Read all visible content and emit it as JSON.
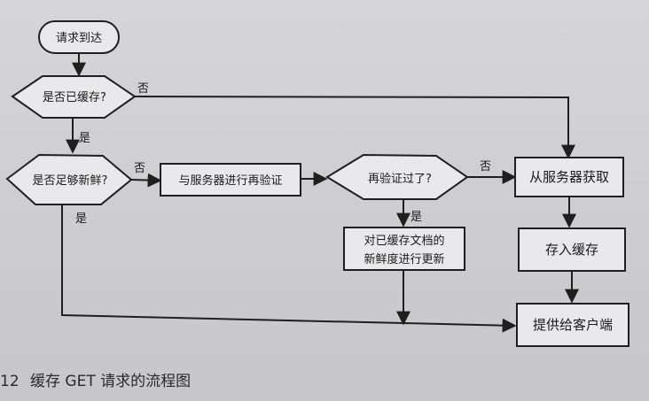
{
  "nodes": {
    "start": "请求到达",
    "is_cached": "是否已缓存?",
    "is_fresh": "是否足够新鲜?",
    "revalidate": "与服务器进行再验证",
    "revalidated": "再验证过了?",
    "fetch_from_server": "从服务器获取",
    "update_freshness_line1": "对已缓存文档的",
    "update_freshness_line2": "新鲜度进行更新",
    "store_in_cache": "存入缓存",
    "serve_to_client": "提供给客户端"
  },
  "edge_labels": {
    "cached_no": "否",
    "cached_yes": "是",
    "fresh_no": "否",
    "fresh_yes": "是",
    "revalidated_no": "否",
    "revalidated_yes": "是"
  },
  "caption": {
    "number": "12",
    "text": "缓存 GET 请求的流程图"
  }
}
